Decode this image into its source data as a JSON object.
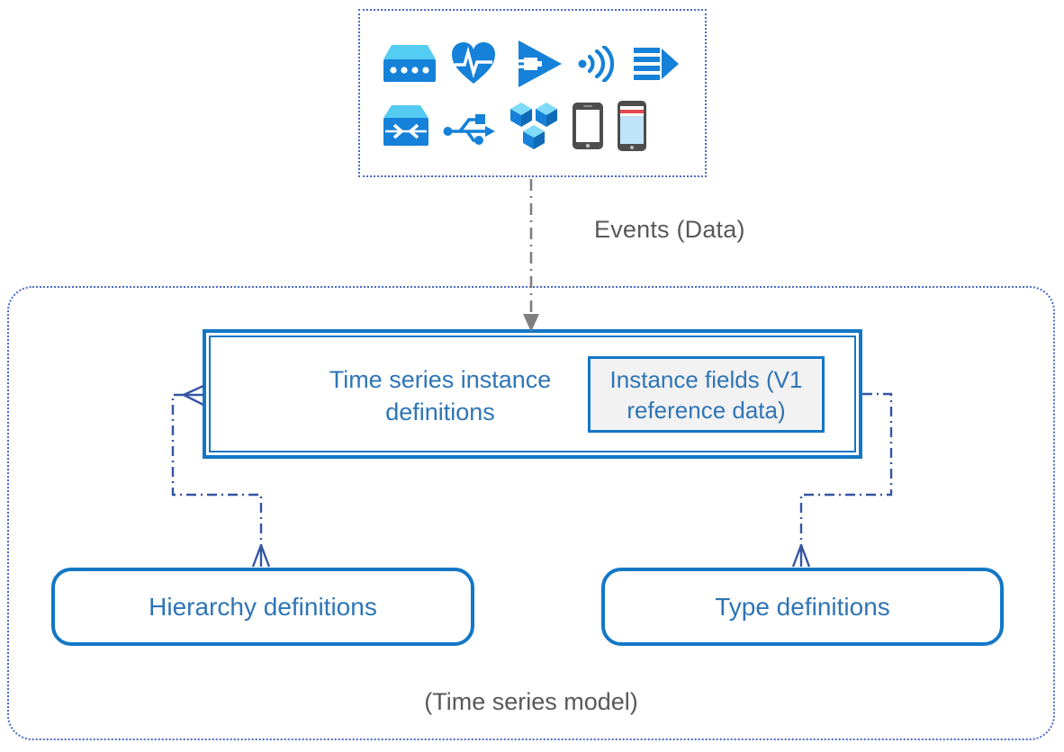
{
  "diagram": {
    "title_context": "Time Series Insights model diagram",
    "events_label": "Events (Data)",
    "model_label": "(Time series model)",
    "main_box": {
      "title": "Time series instance definitions",
      "inner_box_label": "Instance fields (V1 reference data)"
    },
    "hierarchy_box_label": "Hierarchy definitions",
    "type_box_label": "Type definitions",
    "device_icons": [
      "gateway-device-icon",
      "heartbeat-monitor-icon",
      "power-connector-icon",
      "signal-waves-icon",
      "data-stream-icon",
      "network-switch-icon",
      "usb-icon",
      "vm-cubes-icon",
      "smartphone-icon",
      "tablet-icon"
    ],
    "colors": {
      "box_border_blue": "#1377c6",
      "text_blue": "#2e75b6",
      "connector_blue": "#3555a3",
      "dotted_border_blue": "#4a6bc8",
      "icon_blue": "#1581d8",
      "icon_light_blue": "#55ccf2",
      "gray_text": "#595959",
      "gray_arrow": "#7f7f7f",
      "inner_box_fill": "#f2f2f2"
    }
  }
}
